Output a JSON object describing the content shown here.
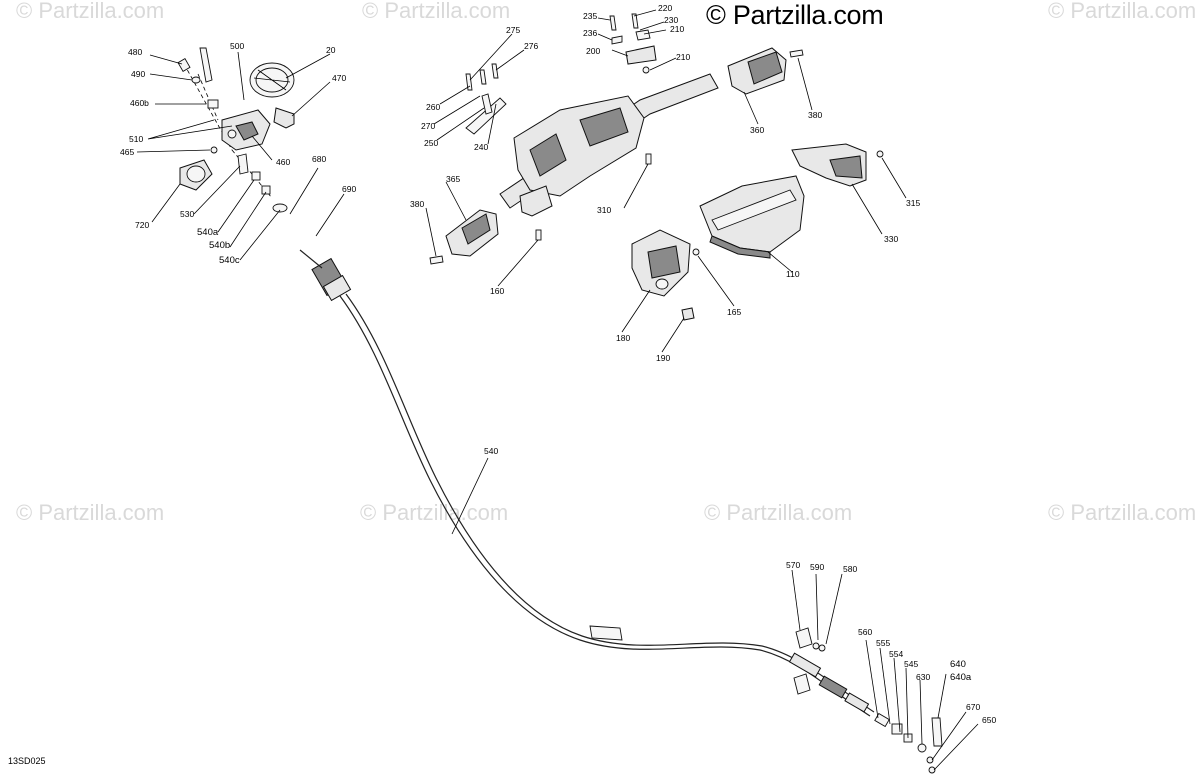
{
  "brand": {
    "copyright_symbol": "©",
    "name": "Partzilla.com"
  },
  "watermark_text": "© Partzilla.com",
  "diagram_code": "13SD025",
  "callouts": [
    "480",
    "490",
    "500",
    "20",
    "470",
    "460b",
    "510",
    "465",
    "460",
    "720",
    "530",
    "540a",
    "540b",
    "540c",
    "680",
    "690",
    "275",
    "276",
    "260",
    "270",
    "250",
    "240",
    "235",
    "236",
    "220",
    "230",
    "210",
    "200",
    "365",
    "380",
    "160",
    "310",
    "360",
    "315",
    "330",
    "110",
    "180",
    "165",
    "190",
    "540",
    "570",
    "590",
    "580",
    "560",
    "555",
    "554",
    "545",
    "630",
    "640",
    "640a",
    "670",
    "650"
  ]
}
